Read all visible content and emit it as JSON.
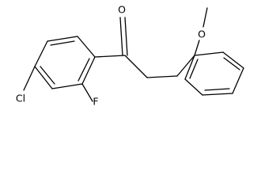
{
  "molecule": {
    "atoms": {
      "oxygen_carbonyl": "O",
      "chlorine": "Cl",
      "fluorine": "F",
      "oxygen_methoxy": "O"
    },
    "colors": {
      "bond": "#000000",
      "label": "#000000",
      "background": "#ffffff"
    }
  }
}
